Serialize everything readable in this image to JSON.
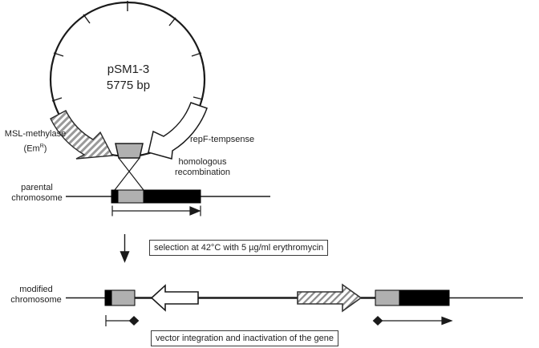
{
  "colors": {
    "gene_gray": "#b0b0b0",
    "gene_black": "#000000",
    "stroke": "#1a1a1a",
    "hatch_gray": "#9a9a9a"
  },
  "plasmid": {
    "name": "pSM1-3",
    "size": "5775 bp",
    "marker_gene": "MSL-methylase",
    "marker_paren_open": "(Em",
    "marker_superscript": "R",
    "marker_paren_close": ")",
    "replication_gene": "repF-tempsense"
  },
  "recombination": {
    "line1": "homologous",
    "line2": "recombination"
  },
  "parental": {
    "line1": "parental",
    "line2": "chromosome"
  },
  "modified": {
    "line1": "modified",
    "line2": "chromosome"
  },
  "steps": {
    "selection": "selection at 42°C with 5 µg/ml erythromycin",
    "result": "vector integration and inactivation of the gene"
  }
}
